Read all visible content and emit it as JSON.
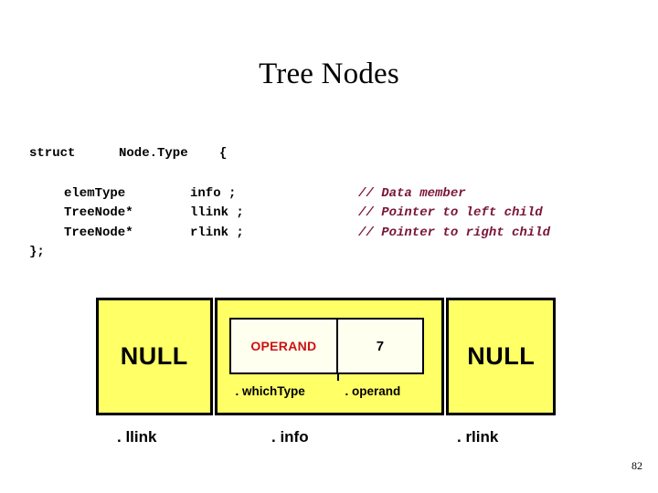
{
  "slide": {
    "title": "Tree Nodes",
    "page_number": "82"
  },
  "code": {
    "header": {
      "keyword": "struct",
      "type_name": "Node.Type",
      "open_brace": "{"
    },
    "members": [
      {
        "type": "elemType",
        "name": "info ;",
        "comment": "// Data member"
      },
      {
        "type": "TreeNode*",
        "name": "llink ;",
        "comment": "// Pointer to left child"
      },
      {
        "type": "TreeNode*",
        "name": "rlink ;",
        "comment": "// Pointer to right child"
      }
    ],
    "close": "};",
    "comment_color": "#7a1536"
  },
  "diagram": {
    "node_fill": "#ffff66",
    "inner_fill": "#fffff0",
    "llink": {
      "value": "NULL",
      "field_label": ". llink"
    },
    "info": {
      "field_label": ". info",
      "which_type": {
        "value": "OPERAND",
        "value_color": "#cc1111",
        "sub_label": ". whichType"
      },
      "operand": {
        "value": "7",
        "sub_label": ". operand"
      }
    },
    "rlink": {
      "value": "NULL",
      "field_label": ". rlink"
    }
  }
}
